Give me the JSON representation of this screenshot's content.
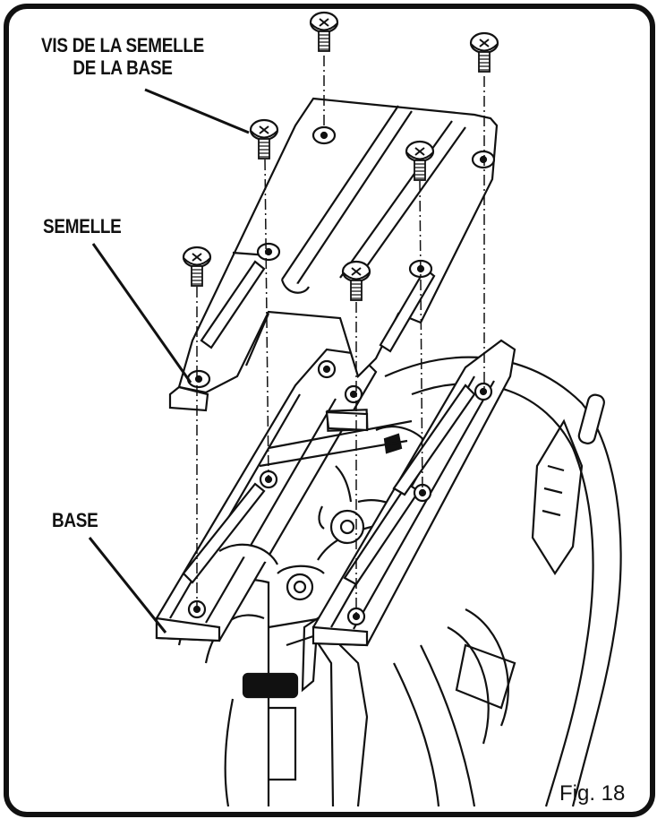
{
  "labels": {
    "screws_line1": "VIS DE LA SEMELLE",
    "screws_line2": "DE LA BASE",
    "shoe": "SEMELLE",
    "base": "BASE"
  },
  "figure_caption": "Fig. 18",
  "icons": [
    "screw-icon",
    "jigsaw-body-illustration",
    "shoe-plate-illustration",
    "base-plate-illustration"
  ],
  "colors": {
    "line": "#111111",
    "background": "#ffffff"
  }
}
